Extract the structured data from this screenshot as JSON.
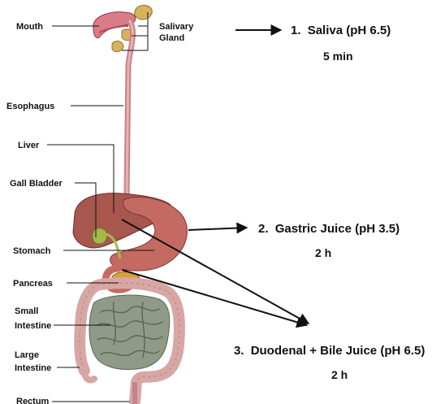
{
  "organ_labels": {
    "mouth": "Mouth",
    "salivary_line1": "Salivary",
    "salivary_line2": "Gland",
    "esophagus": "Esophagus",
    "liver": "Liver",
    "gall_bladder": "Gall Bladder",
    "stomach": "Stomach",
    "pancreas": "Pancreas",
    "small_intestine_line1": "Small",
    "small_intestine_line2": "Intestine",
    "large_intestine_line1": "Large",
    "large_intestine_line2": "Intestine",
    "rectum": "Rectum"
  },
  "stages": [
    {
      "number": "1.",
      "text": "Saliva (pH 6.5)",
      "time": "5 min"
    },
    {
      "number": "2.",
      "text": "Gastric Juice (pH 3.5)",
      "time": "2 h"
    },
    {
      "number": "3.",
      "text": "Duodenal + Bile Juice (pH 6.5)",
      "time": "2 h"
    }
  ],
  "colors": {
    "time_text": "#1a6b5a",
    "arrow": "#111111",
    "organ_pink": "#d98a8a",
    "liver": "#a8574f",
    "stomach": "#c56a63",
    "gland": "#d6b25a",
    "intestine": "#8f9a88",
    "large_intestine": "#d7a7a5"
  }
}
